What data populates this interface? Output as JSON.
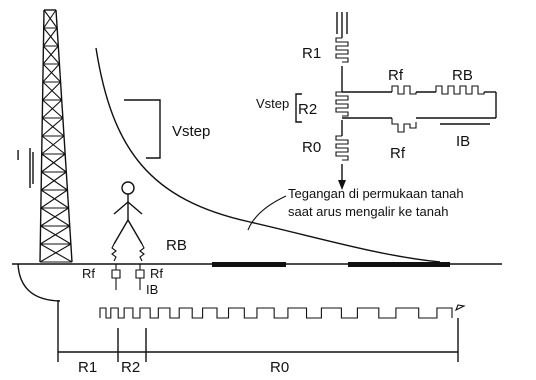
{
  "labels": {
    "current": "I",
    "vstep_box": "Vstep",
    "vstep_circuit": "Vstep",
    "r1_circuit": "R1",
    "r2_circuit": "R2",
    "r0_circuit": "R0",
    "rf_top": "Rf",
    "rf_bottom": "Rf",
    "rb_circuit": "RB",
    "ib_circuit": "IB",
    "annotation_line1": "Tegangan di permukaan tanah",
    "annotation_line2": "saat arus mengalir ke tanah",
    "rb_person": "RB",
    "rf_ground_left": "Rf",
    "rf_ground_right": "Rf",
    "ib_person": "IB",
    "r1_bottom": "R1",
    "r2_bottom": "R2",
    "r0_bottom": "R0"
  }
}
